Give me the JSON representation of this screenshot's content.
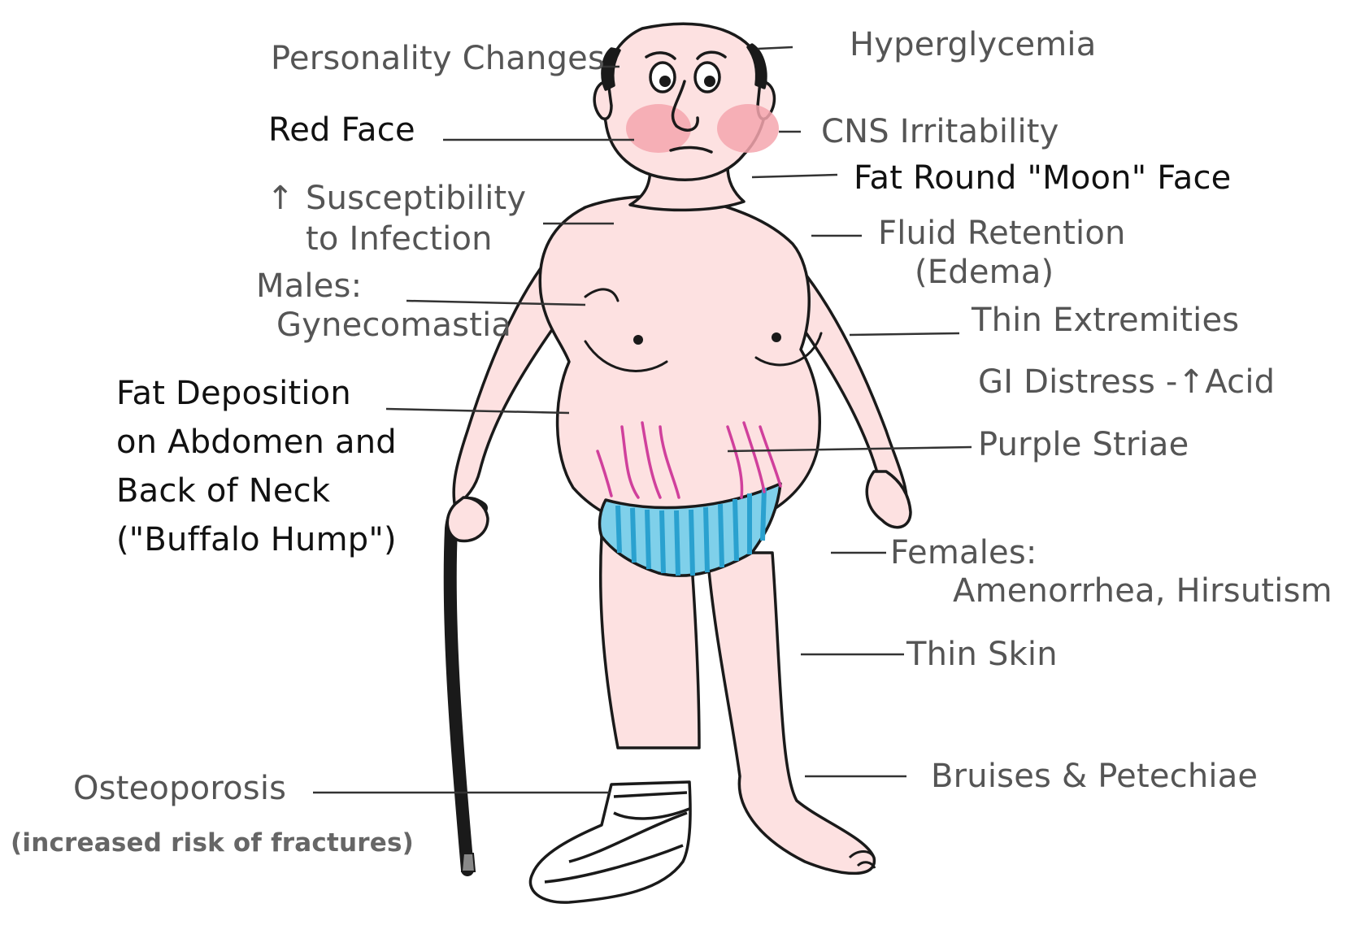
{
  "colors": {
    "text_gray": "#555555",
    "text_dark": "#111111",
    "skin": "#fde1e1",
    "cheek": "#f4a6ae",
    "striae": "#d0409c",
    "briefs_blue": "#48b6dd",
    "briefs_light": "#cfeff7",
    "outline": "#1a1a1a"
  },
  "labels": {
    "personality_changes": "Personality Changes",
    "hyperglycemia": "Hyperglycemia",
    "red_face": "Red Face",
    "cns_irritability": "CNS Irritability",
    "moon_face": "Fat Round \"Moon\" Face",
    "susceptibility_arrow": "↑",
    "susceptibility_line1": "Susceptibility",
    "susceptibility_line2": "to Infection",
    "fluid_line1": "Fluid Retention",
    "fluid_line2": "(Edema)",
    "males_line1": "Males:",
    "males_line2": "Gynecomastia",
    "thin_extremities": "Thin Extremities",
    "gi_distress": "GI Distress -↑Acid",
    "fat_line1": "Fat Deposition",
    "fat_line2": "on Abdomen and",
    "fat_line3": "Back of Neck",
    "fat_line4": "(\"Buffalo Hump\")",
    "purple_striae": "Purple Striae",
    "females_line1": "Females:",
    "females_line2": "Amenorrhea, Hirsutism",
    "thin_skin": "Thin Skin",
    "bruises": "Bruises & Petechiae",
    "osteoporosis": "Osteoporosis",
    "osteoporosis_note": "(increased risk of fractures)"
  },
  "icons": {
    "figure": "cushing-patient-figure-icon",
    "cane": "walking-cane-icon",
    "cast": "foot-cast-icon"
  }
}
